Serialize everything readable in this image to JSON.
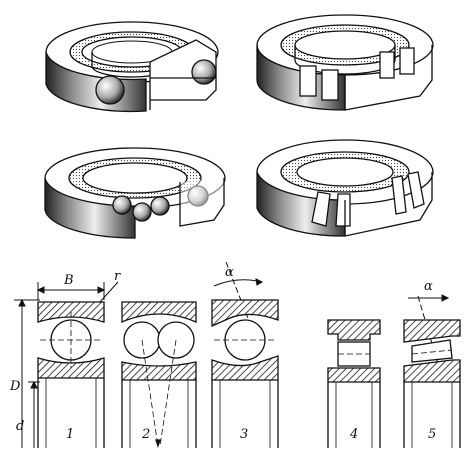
{
  "dimension_labels": {
    "B": "B",
    "r": "r",
    "D": "D",
    "d": "d"
  },
  "angle_symbols": [
    "α",
    "α"
  ],
  "figure_numbers": [
    "1",
    "2",
    "3",
    "4",
    "5"
  ],
  "colors": {
    "ink": "#111111",
    "paper": "#ffffff",
    "hatch": "#1a1a1a",
    "shade": "#7a7a7a"
  }
}
